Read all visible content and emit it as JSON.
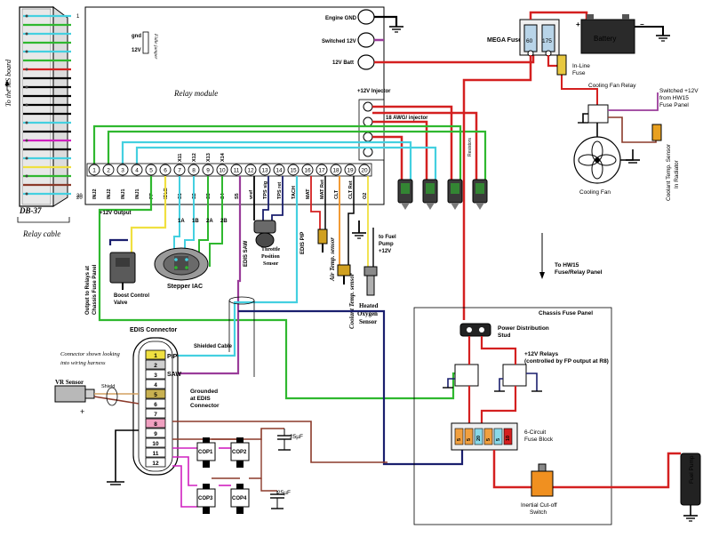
{
  "db37": {
    "side_label": "To the MS board",
    "connector_label": "DB-37",
    "pin_top": "1",
    "pin_bottom": "20",
    "cable_label": "Relay cable"
  },
  "relay": {
    "title": "Relay module",
    "jumper_gnd": "gnd",
    "jumper_12v": "12V",
    "jumper_label": "Fidle jumper",
    "engine_gnd": "Engine GND",
    "switched_12v": "Switched 12V",
    "batt_12v": "12V Batt",
    "injector_12v": "+12V Injector",
    "awg_label": "18 AWG/ injector",
    "output_12v": "+12V Output",
    "terminal_numbers": [
      "1",
      "2",
      "3",
      "4",
      "5",
      "6",
      "7",
      "8",
      "9",
      "10",
      "11",
      "12",
      "13",
      "14",
      "15",
      "16",
      "17",
      "18",
      "19",
      "20"
    ],
    "terminal_labels": [
      "INJ2",
      "INJ2",
      "INJ1",
      "INJ1",
      "FP",
      "IDLE",
      "S1",
      "S2",
      "S3",
      "S4",
      "S5",
      "vref",
      "TPS sig",
      "TPS ret",
      "TACH",
      "MAT",
      "MAT Ret",
      "CLT",
      "CLT Ret",
      "O2"
    ],
    "tac_pins_top": [
      "X11",
      "X12",
      "X13",
      "X14"
    ],
    "tac_pins_bottom": [
      "1A",
      "1B",
      "2A",
      "2B"
    ],
    "resistor_label": "Resistors"
  },
  "components": {
    "boost": "Boost Control Valve",
    "stepper": "Stepper IAC",
    "tps": "Throttle Position Sensor",
    "air_temp": "Air Temp. sensor",
    "coolant_temp": "Coolant Temp. sensor",
    "heated_o2": "Heated Oxygen Sensor",
    "fuel_pump_12v": "to Fuel Pump +12V",
    "edis_saw": "EDIS SAW",
    "edis_pip": "EDIS PIP",
    "output_relays": "Output to Relays at Chassis Fuse Panel",
    "vr_sensor": "VR Sensor",
    "shield": "Shield",
    "shielded_cable": "Shielded Cable",
    "grounded": "Grounded at EDIS Connector",
    "cap1": "25µF",
    "cap2": "25µF",
    "cop": [
      "COP1",
      "COP2",
      "COP3",
      "COP4"
    ]
  },
  "edis": {
    "title": "EDIS Connector",
    "note": "Connector shown looking into wiring harness",
    "pins": [
      "1",
      "2",
      "3",
      "4",
      "5",
      "6",
      "7",
      "8",
      "9",
      "10",
      "11",
      "12"
    ],
    "pip": "PIP",
    "saw": "SAW"
  },
  "power": {
    "mega_fuse": "MEGA Fuse",
    "fuse_60": "60",
    "fuse_175": "175",
    "battery": "Battery",
    "inline_fuse": "In-Line Fuse",
    "cooling_fan_relay": "Cooling Fan Relay",
    "cooling_fan": "Cooling Fan",
    "switched_hw15": "Switched +12V from HW15 Fuse Panel",
    "coolant_radiator": "Coolant Temp. Sensor In Radiator",
    "hw15": "To HW15 Fuse/Relay Panel",
    "chassis_panel": "Chassis Fuse Panel",
    "dist_stud": "Power Distribution Stud",
    "relays": "+12V Relays (controlled by FP output at R8)",
    "fuse_block": "6-Circuit Fuse Block",
    "fuse_values": [
      "5",
      "5",
      "20",
      "5",
      "5",
      "10"
    ],
    "inertial": "Inertial Cut-off Switch",
    "fuel_pump": "Fuel Pump"
  },
  "colors": {
    "red": "#d42020",
    "navy": "#1a1f6e",
    "green": "#2fb82f",
    "cyan": "#44d0e0",
    "yellow": "#f0e040",
    "purple": "#9a3c9a",
    "brown": "#8b3a2a",
    "magenta": "#d020c0",
    "orange": "#f09020"
  }
}
